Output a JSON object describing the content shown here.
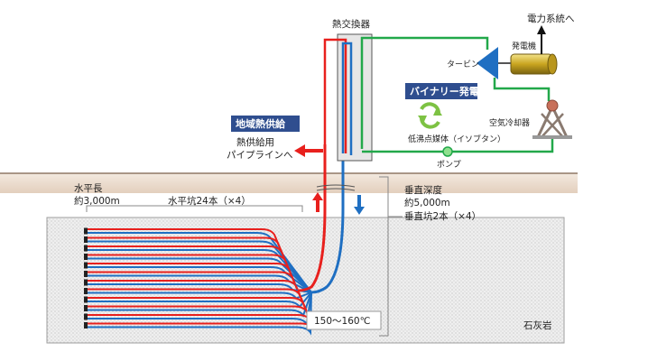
{
  "labels": {
    "heat_exchanger": "熱交換器",
    "grid": "電力系統へ",
    "generator": "発電機",
    "turbine": "タービン",
    "binary": "バイナリー発電",
    "air_cooler": "空気冷却器",
    "medium": "低沸点媒体（イソブタン）",
    "pump": "ポンプ",
    "district_heat": "地域熱供給",
    "heat_pipe_1": "熱供給用",
    "heat_pipe_2": "パイプラインへ",
    "horiz_len_1": "水平長",
    "horiz_len_2": "約3,000m",
    "horiz_wells": "水平坑24本（×4）",
    "vert_depth_1": "垂直深度",
    "vert_depth_2": "約5,000m",
    "vert_wells": "垂直坑2本（×4）",
    "temperature": "150～160℃",
    "limestone": "石灰岩"
  },
  "colors": {
    "hot": "#e8201d",
    "cold": "#1f6fc2",
    "loop": "#22a84a",
    "badge": "#2f4e8f",
    "ground": "#efe3d6",
    "rock": "#ebebeb"
  }
}
